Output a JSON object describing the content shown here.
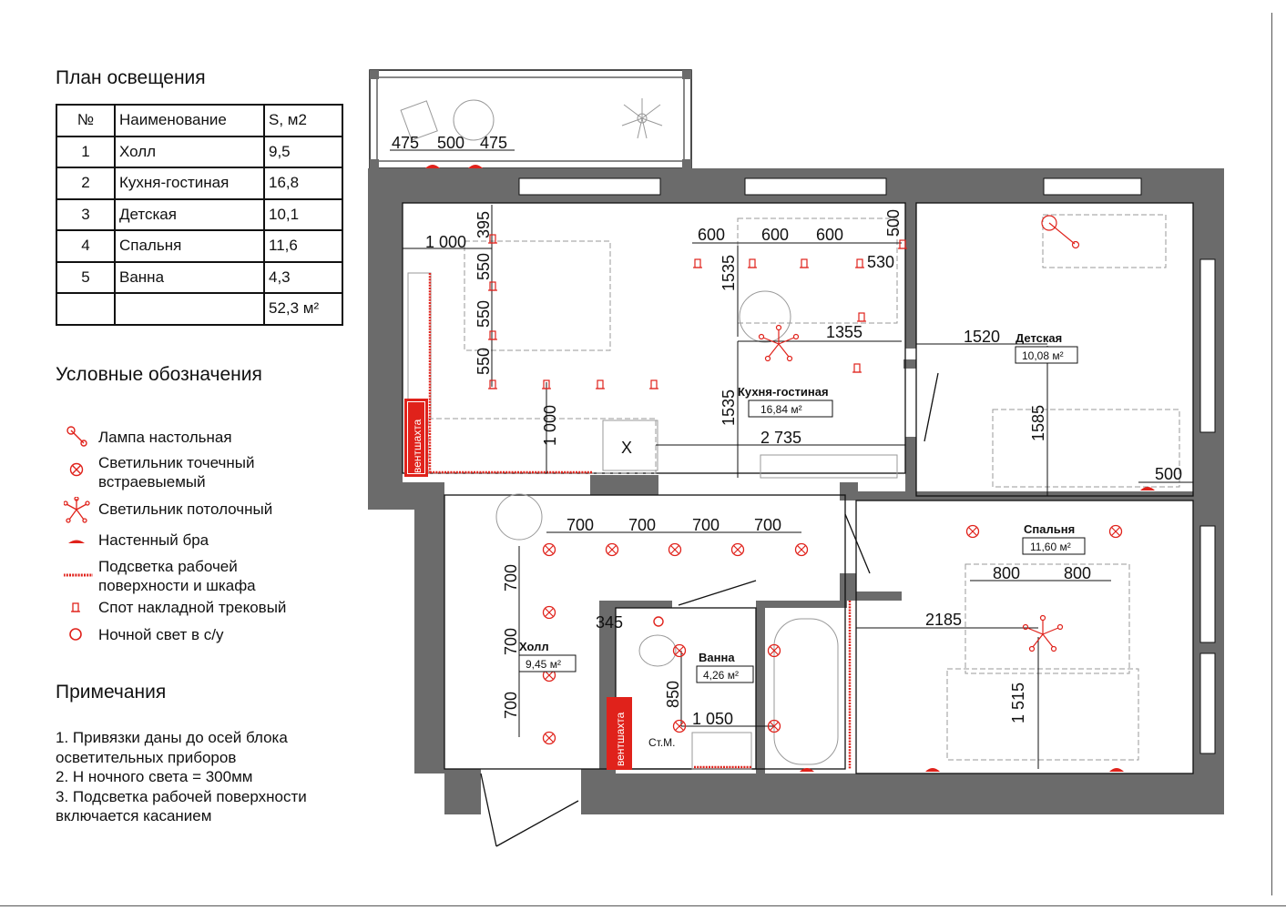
{
  "titles": {
    "plan": "План освещения",
    "legend": "Условные обозначения",
    "notes": "Примечания"
  },
  "table": {
    "headers": [
      "№",
      "Наименование",
      "S, м2"
    ],
    "rows": [
      [
        "1",
        "Холл",
        "9,5"
      ],
      [
        "2",
        "Кухня-гостиная",
        "16,8"
      ],
      [
        "3",
        "Детская",
        "10,1"
      ],
      [
        "4",
        "Спальня",
        "11,6"
      ],
      [
        "5",
        "Ванна",
        "4,3"
      ]
    ],
    "total": "52,3 м²"
  },
  "legend": [
    {
      "icon": "table-lamp-icon",
      "lines": [
        "Лампа настольная"
      ]
    },
    {
      "icon": "recessed-spotlight-icon",
      "lines": [
        "Светильник точечный",
        "встраевыемый"
      ]
    },
    {
      "icon": "ceiling-chandelier-icon",
      "lines": [
        "Светильник потолочный"
      ]
    },
    {
      "icon": "wall-sconce-icon",
      "lines": [
        "Настенный бра"
      ]
    },
    {
      "icon": "led-strip-icon",
      "lines": [
        "Подсветка рабочей",
        "поверхности и шкафа"
      ]
    },
    {
      "icon": "track-spot-icon",
      "lines": [
        "Спот накладной трековый"
      ]
    },
    {
      "icon": "night-light-icon",
      "lines": [
        "Ночной свет в с/у"
      ]
    }
  ],
  "notes": [
    "1. Привязки даны до осей блока",
    "осветительных приборов",
    "2. Н ночного света = 300мм",
    "3. Подсветка рабочей поверхности",
    "включается касанием"
  ],
  "plan": {
    "rooms": [
      {
        "name": "Кухня-гостиная",
        "area": "16,84 м²"
      },
      {
        "name": "Детская",
        "area": "10,08 м²"
      },
      {
        "name": "Спальня",
        "area": "11,60 м²"
      },
      {
        "name": "Холл",
        "area": "9,45 м²"
      },
      {
        "name": "Ванна",
        "area": "4,26 м²"
      }
    ],
    "vent_label": "вентшахта",
    "meter_label": "Ст.М.",
    "door_mark": "X",
    "dims": {
      "balcony": [
        "475",
        "500",
        "475"
      ],
      "k1000": "1 000",
      "k395": "395",
      "k550a": "550",
      "k550b": "550",
      "k550c": "550",
      "k600a": "600",
      "k600b": "600",
      "k600c": "600",
      "k500": "500",
      "k530": "530",
      "k1535a": "1535",
      "k1355": "1355",
      "k1535b": "1535",
      "k2735": "2 735",
      "k1000b": "1 000",
      "d1520": "1520",
      "d1585": "1585",
      "d500": "500",
      "h700": [
        "700",
        "700",
        "700",
        "700"
      ],
      "hv700": [
        "700",
        "700",
        "700"
      ],
      "b345": "345",
      "b850": "850",
      "b1050": "1 050",
      "s800": [
        "800",
        "800"
      ],
      "s2185": "2185",
      "s1515": "1 515"
    },
    "colors": {
      "wall": "#6b6b6b",
      "light": "#e0221b",
      "line": "#111111"
    }
  }
}
